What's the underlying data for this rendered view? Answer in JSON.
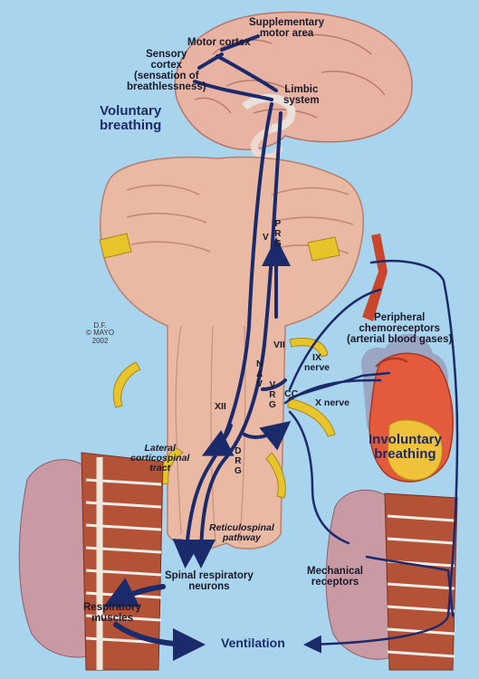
{
  "labels": {
    "supplementary_motor_area": "Supplementary\nmotor area",
    "motor_cortex": "Motor cortex",
    "sensory_cortex": "Sensory\ncortex\n(sensation of\nbreathlessness)",
    "limbic_system": "Limbic\nsystem",
    "voluntary_breathing": "Voluntary\nbreathing",
    "vprg_v": "V",
    "vprg_prg": "P\nR\nG",
    "credit": "D.F.\n© MAYO\n2002",
    "vii": "VII",
    "ix_nerve": "IX\nnerve",
    "nav": "N\nA\nV",
    "vrg": "V\nR\nG",
    "cc": "CC",
    "xii": "XII",
    "x_nerve": "X nerve",
    "drg": "D\nR\nG",
    "peripheral_chemoreceptors": "Peripheral\nchemoreceptors\n(arterial blood gases)",
    "involuntary_breathing": "Involuntary\nbreathing",
    "lateral_corticospinal_tract": "Lateral\ncorticospinal\ntract",
    "reticulospinal_pathway": "Reticulospinal\npathway",
    "mechanical_receptors": "Mechanical\nreceptors",
    "spinal_respiratory_neurons": "Spinal respiratory\nneurons",
    "respiratory_muscles": "Respiratory\nmuscles",
    "ventilation": "Ventilation"
  },
  "colors": {
    "background": "#a9d4ee",
    "pathway": "#1b2a6b",
    "brain": "#e8b3a3",
    "brainstem": "#e9b9a3",
    "nerve": "#e7c52a",
    "heart": "#e35a3c",
    "lung": "#c99aa3",
    "muscle": "#b45238"
  }
}
